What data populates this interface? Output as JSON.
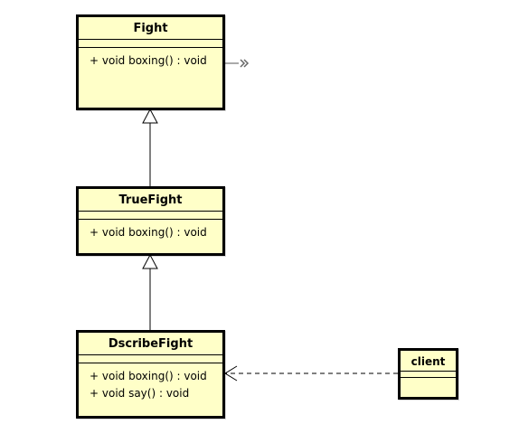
{
  "classes": {
    "fight": {
      "name": "Fight",
      "operations": [
        "+ void boxing() : void"
      ]
    },
    "truefight": {
      "name": "TrueFight",
      "operations": [
        "+ void boxing() : void"
      ]
    },
    "dscribefight": {
      "name": "DscribeFight",
      "operations": [
        "+ void boxing() : void",
        "+ void say() : void"
      ]
    },
    "client": {
      "name": "client",
      "operations": []
    }
  },
  "relations": [
    {
      "from": "truefight",
      "to": "fight",
      "type": "generalization"
    },
    {
      "from": "dscribefight",
      "to": "truefight",
      "type": "generalization"
    },
    {
      "from": "client",
      "to": "dscribefight",
      "type": "dependency"
    }
  ],
  "colors": {
    "class_fill": "#ffffc8",
    "line": "#000000",
    "diamond": "#f5b642",
    "green_marker": "#1a9850"
  },
  "icons": {
    "fight_top_right": "orange-diamond-icon",
    "fight_mid_right": "green-bar-icon",
    "fight_side": "double-chevron-right-icon"
  }
}
